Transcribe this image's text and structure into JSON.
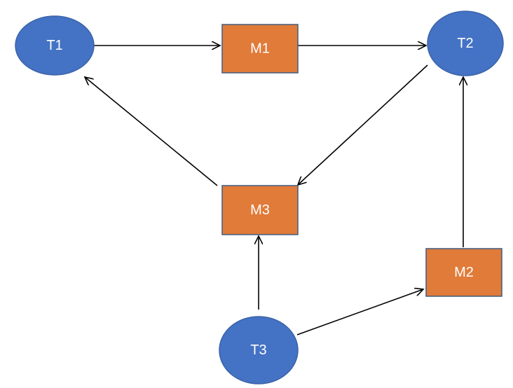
{
  "diagram": {
    "nodes": [
      {
        "id": "T1",
        "label": "T1",
        "shape": "ellipse"
      },
      {
        "id": "M1",
        "label": "M1",
        "shape": "rect"
      },
      {
        "id": "T2",
        "label": "T2",
        "shape": "ellipse"
      },
      {
        "id": "M3",
        "label": "M3",
        "shape": "rect"
      },
      {
        "id": "M2",
        "label": "M2",
        "shape": "rect"
      },
      {
        "id": "T3",
        "label": "T3",
        "shape": "ellipse"
      }
    ],
    "edges": [
      {
        "from": "T1",
        "to": "M1"
      },
      {
        "from": "M1",
        "to": "T2"
      },
      {
        "from": "T2",
        "to": "M3"
      },
      {
        "from": "M3",
        "to": "T1"
      },
      {
        "from": "T3",
        "to": "M3"
      },
      {
        "from": "T3",
        "to": "M2"
      },
      {
        "from": "M2",
        "to": "T2"
      }
    ],
    "colors": {
      "ellipse_fill": "#4472C4",
      "ellipse_stroke": "#3A63A8",
      "rect_fill": "#E07B39",
      "rect_stroke": "#3F5D82",
      "edge": "#000000",
      "label": "#FFFFFF"
    }
  }
}
